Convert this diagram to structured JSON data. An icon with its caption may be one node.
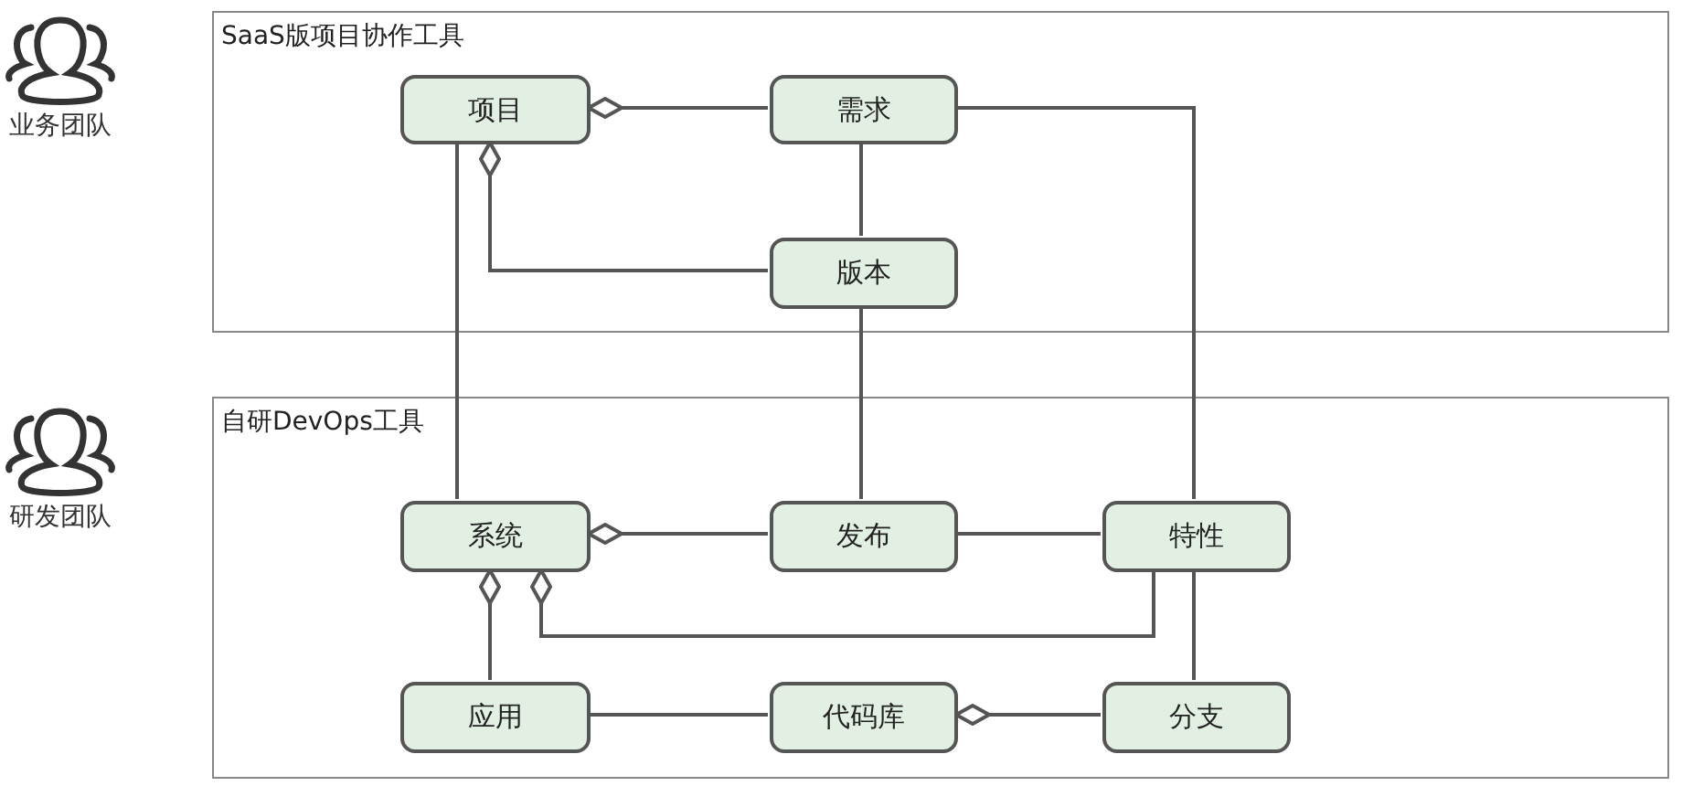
{
  "diagram": {
    "nodes": [
      {
        "text": [
          "业务团队"
        ]
      },
      {
        "text": [
          "SaaS版项目协作工具"
        ]
      },
      {
        "text": [
          "项目"
        ],
        "in": 1
      },
      {
        "text": [
          "需求"
        ],
        "in": 1
      },
      {
        "text": [
          "版本"
        ],
        "in": 1
      },
      {
        "text": [
          "研发团队"
        ]
      },
      {
        "text": [
          "自研DevOps工具"
        ]
      },
      {
        "text": [
          "系统"
        ],
        "in": 6
      },
      {
        "text": [
          "发布"
        ],
        "in": 6
      },
      {
        "text": [
          "特性"
        ],
        "in": 6
      },
      {
        "text": [
          "应用"
        ],
        "in": 6
      },
      {
        "text": [
          "代码库"
        ],
        "in": 6
      },
      {
        "text": [
          "分支"
        ],
        "in": 6
      }
    ],
    "edges": [
      {
        "from": 2,
        "to": 3,
        "arrow": "other"
      },
      {
        "from": 2,
        "to": 4,
        "arrow": "other"
      },
      {
        "from": 3,
        "to": 4,
        "arrow": "none"
      },
      {
        "from": 3,
        "to": 9,
        "arrow": "none"
      },
      {
        "from": 2,
        "to": 7,
        "arrow": "none"
      },
      {
        "from": 4,
        "to": 8,
        "arrow": "none"
      },
      {
        "from": 7,
        "to": 8,
        "arrow": "other"
      },
      {
        "from": 8,
        "to": 9,
        "arrow": "none"
      },
      {
        "from": 7,
        "to": 9,
        "arrow": "other"
      },
      {
        "from": 9,
        "to": 12,
        "arrow": "none"
      },
      {
        "from": 7,
        "to": 10,
        "arrow": "other"
      },
      {
        "from": 10,
        "to": 11,
        "arrow": "none"
      },
      {
        "from": 11,
        "to": 12,
        "arrow": "other"
      }
    ]
  }
}
